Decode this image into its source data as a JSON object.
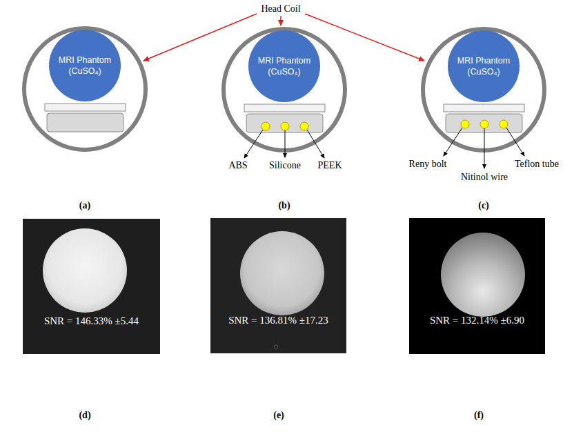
{
  "diagram": {
    "nodes": [
      {
        "text": [
          "MRI Phantom (CuSO₄)"
        ]
      },
      {
        "text": [
          "MRI Phantom (CuSO₄)"
        ]
      },
      {
        "text": [
          "MRI Phantom (CuSO₄)"
        ]
      },
      {
        "text": [
          "SNR = 146.33% ±5.44"
        ]
      },
      {
        "text": [
          "SNR = 136.81% ±17.23"
        ]
      },
      {
        "text": [
          "SNR = 132.14% ±6.90"
        ]
      }
    ],
    "labels": [
      "Head Coil",
      "ABS",
      "Silicone",
      "PEEK",
      "Reny bolt",
      "Nitinol wire",
      "Teflon tube",
      "(a)",
      "(b)",
      "(c)",
      "(d)",
      "(e)",
      "(f)"
    ]
  }
}
